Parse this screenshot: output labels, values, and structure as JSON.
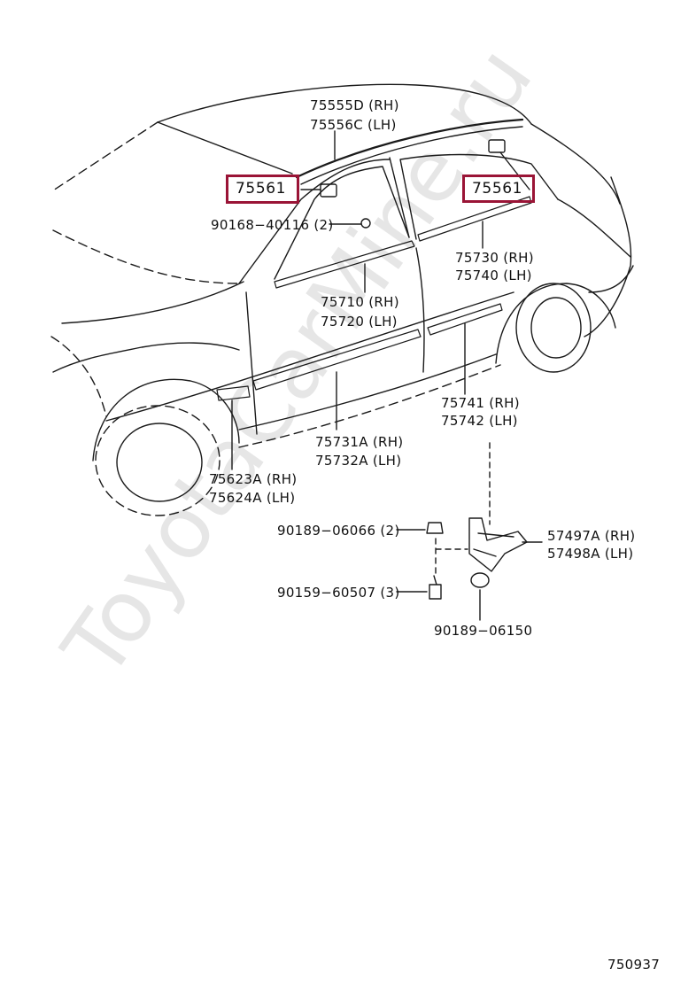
{
  "watermark": "ToyotaCarMine.ru",
  "highlight_color": "#9a1436",
  "labels": {
    "p75555d": "75555D (RH)",
    "p75556c": "75556C (LH)",
    "p75561_left": "75561",
    "p75561_right": "75561",
    "p90168": "90168−40116 (2)",
    "p75730": "75730 (RH)",
    "p75740": "75740 (LH)",
    "p75710": "75710 (RH)",
    "p75720": "75720 (LH)",
    "p75741": "75741 (RH)",
    "p75742": "75742 (LH)",
    "p75731a": "75731A (RH)",
    "p75732a": "75732A (LH)",
    "p75623a": "75623A (RH)",
    "p75624a": "75624A (LH)",
    "p90189_06066": "90189−06066 (2)",
    "p57497a": "57497A (RH)",
    "p57498a": "57498A (LH)",
    "p90159": "90159−60507 (3)",
    "p90189_06150": "90189−06150",
    "diagram_code": "750937"
  }
}
